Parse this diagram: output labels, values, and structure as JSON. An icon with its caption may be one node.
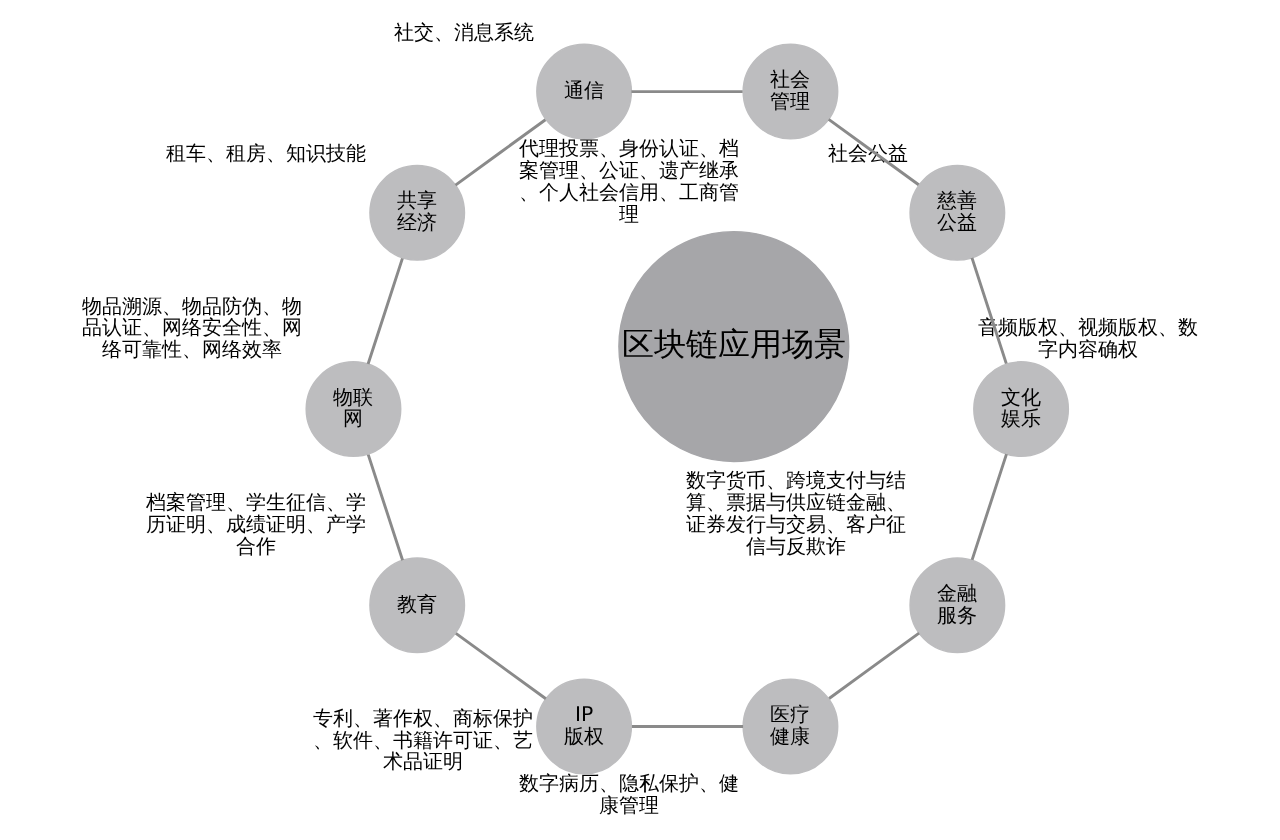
{
  "diagram": {
    "nodes": [
      {
        "text": [
          "区块链应用场景"
        ]
      },
      {
        "text": [
          "金融服务"
        ],
        "beside": [
          "数字货币、跨境支付与结算、票据与供应链金融、证券发行与交易、客户征信与反欺诈"
        ]
      },
      {
        "text": [
          "医疗健康"
        ],
        "beside": [
          "数字病历、隐私保护、健康管理"
        ]
      },
      {
        "text": [
          "IP版权"
        ],
        "beside": [
          "专利、著作权、商标保护、软件、书籍许可证、艺术品证明"
        ]
      },
      {
        "text": [
          "教育"
        ],
        "beside": [
          "档案管理、学生征信、学历证明、成绩证明、产学合作"
        ]
      },
      {
        "text": [
          "物联网"
        ],
        "beside": [
          "物品溯源、物品防伪、物品认证、网络安全性、网络可靠性、网络效率"
        ]
      },
      {
        "text": [
          "共享经济"
        ],
        "beside": [
          "租车、租房、知识技能"
        ]
      },
      {
        "text": [
          "通信"
        ],
        "beside": [
          "社交、消息系统"
        ]
      },
      {
        "text": [
          "社会管理"
        ],
        "beside": [
          "代理投票、身份认证、档案管理、公证、遗产继承、个人社会信用、工商管理"
        ]
      },
      {
        "text": [
          "慈善公益"
        ],
        "beside": [
          "社会公益"
        ]
      },
      {
        "text": [
          "文化娱乐"
        ],
        "beside": [
          "音频版权、视频版权、数字内容确权"
        ]
      }
    ],
    "edges": [
      {
        "from": 1,
        "to": 2,
        "arrow": "none"
      },
      {
        "from": 2,
        "to": 3,
        "arrow": "none"
      },
      {
        "from": 3,
        "to": 4,
        "arrow": "none"
      },
      {
        "from": 4,
        "to": 5,
        "arrow": "none"
      },
      {
        "from": 5,
        "to": 6,
        "arrow": "none"
      },
      {
        "from": 6,
        "to": 7,
        "arrow": "none"
      },
      {
        "from": 7,
        "to": 8,
        "arrow": "none"
      },
      {
        "from": 8,
        "to": 9,
        "arrow": "none"
      },
      {
        "from": 9,
        "to": 10,
        "arrow": "none"
      },
      {
        "from": 10,
        "to": 1,
        "arrow": "none"
      }
    ]
  }
}
